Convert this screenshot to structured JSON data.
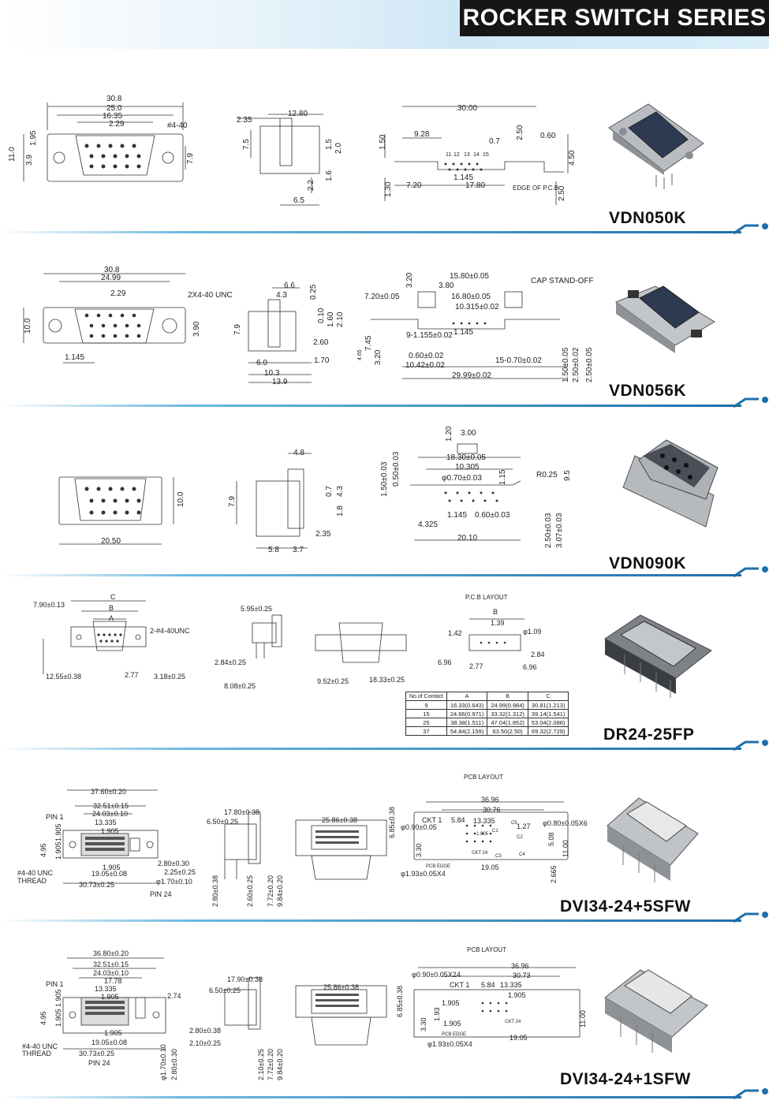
{
  "header": {
    "title": "ROCKER SWITCH SERIES"
  },
  "models": {
    "m1": "VDN050K",
    "m2": "VDN056K",
    "m3": "VDN090K",
    "m4": "DR24-25FP",
    "m5": "DVI34-24+5SFW",
    "m6": "DVI34-24+1SFW"
  },
  "s1": {
    "d1": "30.8",
    "d2": "25.0",
    "d3": "16.35",
    "d4": "2.29",
    "d5": "#4-40",
    "d6": "11.0",
    "d7": "1.95",
    "d8": "3.9",
    "d9": "7.9",
    "s1": "2.35",
    "s2": "12.80",
    "s3": "7.5",
    "s4": "1.5",
    "s5": "2.0",
    "s6": "1.6",
    "s7": "2.2",
    "s8": "6.5",
    "p1": "30.00",
    "p2": "9.28",
    "p3": "0.7",
    "p4": "2.50",
    "p5": "0.60",
    "p6": "1.50",
    "p7": "4.50",
    "p8": "7.20",
    "p9": "17.80",
    "p10": "EDGE OF P.C.B",
    "p11": "1.30",
    "p12": "2.50",
    "p13": "11",
    "p14": "12",
    "p15": "13",
    "p16": "14",
    "p17": "15",
    "p18": "1.145"
  },
  "s2": {
    "d1": "30.8",
    "d2": "24.99",
    "d3": "2.29",
    "d4": "2X4-40 UNC",
    "d5": "10.0",
    "d6": "3.90",
    "d7": "1.145",
    "s1": "6.6",
    "s2": "4.3",
    "s3": "0.25",
    "s4": "7.9",
    "s5": "0.10",
    "s6": "1.60",
    "s7": "2.10",
    "s8": "2.60",
    "s9": "6.0",
    "s10": "1.70",
    "s11": "10.3",
    "s12": "13.9",
    "p1": "3.20",
    "p2": "15.80±0.05",
    "p3": "CAP STAND-OFF",
    "p4": "3.80",
    "p5": "7.20±0.05",
    "p6": "16.80±0.05",
    "p7": "10.315±0.02",
    "p8": "1.145",
    "p9": "9-1.155±0.02",
    "p10": "4.65",
    "p11": "7.45",
    "p12": "3.20",
    "p13": "0.60±0.02",
    "p14": "10.42±0.02",
    "p15": "15-0.70±0.02",
    "p16": "29.99±0.02",
    "p17": "1.50±0.05",
    "p18": "2.50±0.02",
    "p19": "2.50±0.05"
  },
  "s3": {
    "d1": "10.0",
    "d2": "20.50",
    "s1": "4.8",
    "s2": "7.9",
    "s3": "0.7",
    "s4": "4.3",
    "s5": "1.8",
    "s6": "2.35",
    "s7": "5.8",
    "s8": "3.7",
    "p1": "1.20",
    "p2": "3.00",
    "p3": "18.30±0.05",
    "p4": "10.305",
    "p5": "1.50±0.03",
    "p6": "0.50±0.03",
    "p7": "φ0.70±0.03",
    "p8": "1.15",
    "p9": "R0.25",
    "p10": "9.5",
    "p11": "4.325",
    "p12": "1.145",
    "p13": "0.60±0.03",
    "p14": "20.10",
    "p15": "2.50±0.03",
    "p16": "3.07±0.03"
  },
  "s4": {
    "d1": "C",
    "d2": "7.90±0.13",
    "d3": "B",
    "d4": "A",
    "d5": "2-#4-40UNC",
    "d6": "12.55±0.38",
    "d7": "2.77",
    "d8": "3.18±0.25",
    "s1": "5.95±0.25",
    "s2": "2.84±0.25",
    "s3": "8.08±0.25",
    "s4": "9.52±0.25",
    "s5": "18.33±0.25",
    "p0": "P.C.B LAYOUT",
    "p1": "B",
    "p2": "1.39",
    "p3": "1.42",
    "p4": "φ1.09",
    "p5": "2.84",
    "p6": "6.96",
    "p7": "2.77",
    "p8": "6.96",
    "table": {
      "headers": [
        "No.of Contact",
        "A",
        "B",
        "C"
      ],
      "rows": [
        [
          "9",
          "16.33(0.643)",
          "24.99(0.984)",
          "30.81(1.213)"
        ],
        [
          "15",
          "24.66(0.971)",
          "33.32(1.312)",
          "39.14(1.541)"
        ],
        [
          "25",
          "38.38(1.511)",
          "47.04(1.852)",
          "53.04(2.088)"
        ],
        [
          "37",
          "54.84(2.159)",
          "63.50(2.50)",
          "69.32(2.729)"
        ]
      ]
    }
  },
  "s5": {
    "d1": "37.60±0.20",
    "d2": "32.51±0.15",
    "d3": "24.03±0.10",
    "d4": "13.335",
    "d5": "1.905",
    "d6": "PIN 1",
    "d7": "1.905",
    "d8": "4.95",
    "d9": "1.905",
    "d10": "#4-40 UNC",
    "d11": "THREAD",
    "d12": "1.905",
    "d13": "19.05±0.08",
    "d14": "30.73±0.25",
    "d15": "PIN 24",
    "d16": "2.80±0.30",
    "d17": "2.25±0.25",
    "d18": "φ1.70±0.10",
    "s1": "17.80±0.38",
    "s2": "6.50±0.25",
    "s3": "2.80±0.38",
    "s4": "2.60±0.25",
    "s5": "7.72±0.20",
    "s6": "9.84±0.20",
    "s7": "25.86±0.38",
    "s8": "6.85±0.38",
    "p0": "PCB LAYOUT",
    "p1": "36.96",
    "p2": "30.76",
    "p3": "CKT 1",
    "p4": "5.84",
    "p5": "13.335",
    "p6": "φ0.80±0.05X6",
    "p7": "φ0.90±0.05",
    "p8": "1.27",
    "p9": "3.30",
    "p10": "5.08",
    "p11": "11.00",
    "p12": "PCB EDGE",
    "p13": "19.05",
    "p14": "2.665",
    "p15": "φ1.93±0.05X4",
    "p16": "1.905",
    "p17": "C1",
    "p18": "C2",
    "p19": "C3",
    "p20": "C4",
    "p21": "C5",
    "p22": "CKT 24"
  },
  "s6": {
    "d1": "36.80±0.20",
    "d2": "32.51±0.15",
    "d3": "24.03±0.10",
    "d4": "17.78",
    "d5": "13.335",
    "d6": "1.905",
    "d7": "PIN 1",
    "d8": "1.905",
    "d9": "2.74",
    "d10": "4.95",
    "d11": "1.905",
    "d12": "#4-40 UNC",
    "d13": "THREAD",
    "d14": "1.905",
    "d15": "19.05±0.08",
    "d16": "30.73±0.25",
    "d17": "PIN 24",
    "d18": "φ1.70±0.10",
    "d19": "2.80±0.30",
    "s1": "17.90±0.38",
    "s2": "6.50±0.25",
    "s3": "2.80±0.38",
    "s4": "2.10±0.25",
    "s5": "2.10±0.25",
    "s6": "7.72±0.20",
    "s7": "9.84±0.20",
    "s8": "25.86±0.38",
    "s9": "6.85±0.38",
    "p0": "PCB LAYOUT",
    "p1": "36.96",
    "p2": "30.73",
    "p3": "φ0.90±0.05X24",
    "p4": "CKT 1",
    "p5": "5.84",
    "p6": "13.335",
    "p7": "1.905",
    "p8": "1.905",
    "p9": "1.93",
    "p10": "1.905",
    "p11": "3.30",
    "p12": "PCB EDGE",
    "p13": "19.05",
    "p14": "φ1.93±0.05X4",
    "p15": "11.00",
    "p16": "CKT 24"
  }
}
